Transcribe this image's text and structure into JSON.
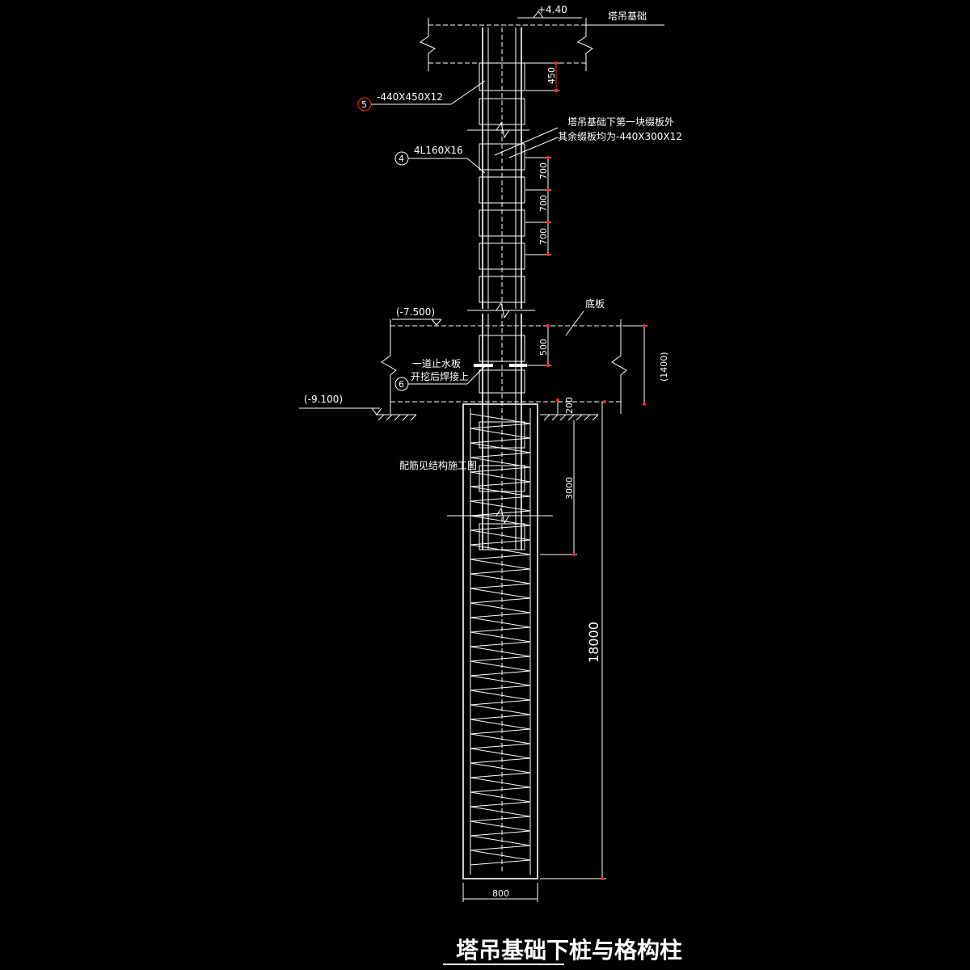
{
  "drawing": {
    "title": "塔吊基础下桩与格构柱",
    "elevations": {
      "top": "+4.40",
      "floor": "(-7.500)",
      "ground": "(-9.100)"
    },
    "labels": {
      "foundation": "塔吊基础",
      "base_slab": "底板",
      "plate_spec": "-440X450X12",
      "angle_spec": "4L160X16",
      "batten_note_1": "塔吊基础下第一块缀板外",
      "batten_note_2": "其余缀板均为-440X300X12",
      "waterstop_1": "一道止水板",
      "waterstop_2": "开挖后焊接上",
      "rebar_note": "配筋见结构施工图"
    },
    "markers": {
      "m5": "5",
      "m4": "4",
      "m6": "6"
    },
    "dimensions": {
      "d450": "450",
      "d700a": "700",
      "d700b": "700",
      "d700c": "700",
      "d500": "500",
      "d1400": "(1400)",
      "d200": "200",
      "d3000": "3000",
      "d18000": "18000",
      "d800": "800"
    },
    "colors": {
      "background": "#000000",
      "line": "#ffffff",
      "marker": "#ff2a2a"
    }
  }
}
